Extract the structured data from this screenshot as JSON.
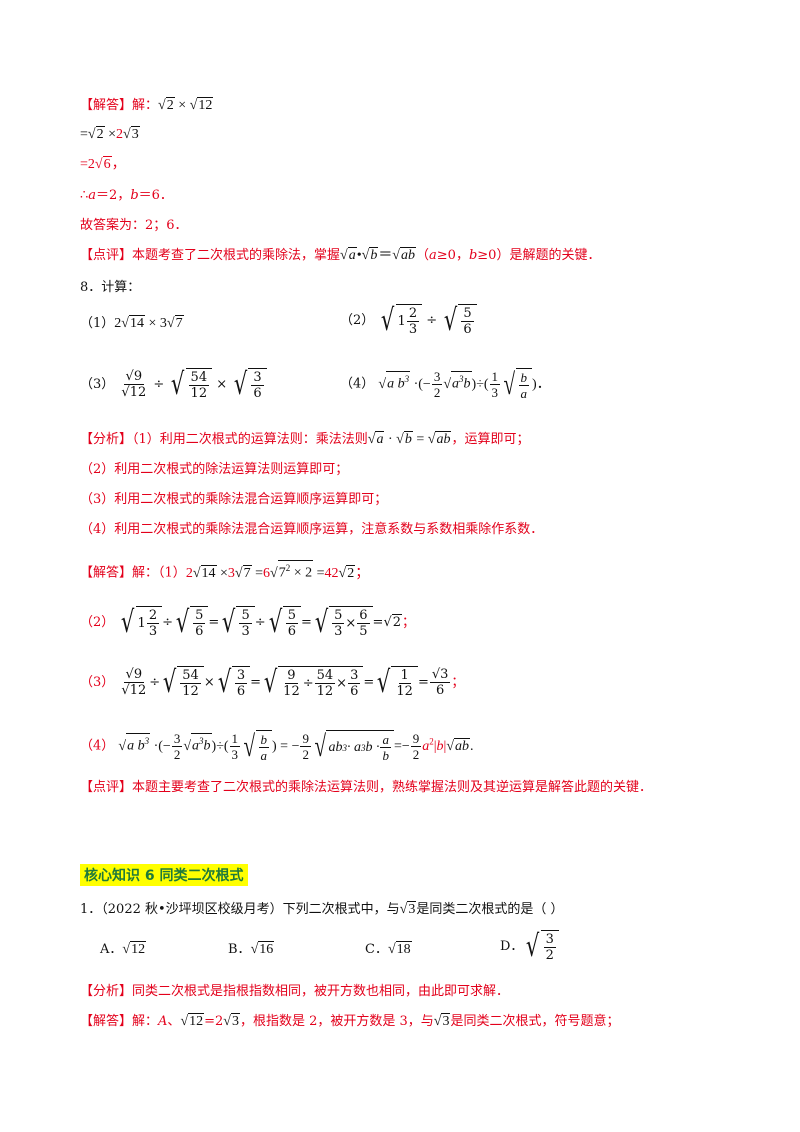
{
  "q7_answer": {
    "tag": "【解答】",
    "jie": "解：",
    "step1": "√2 × √12",
    "step2_prefix": "=",
    "step2": "√2 ×2√3",
    "step3": "＝2√6，",
    "step4": "∴a＝2，b＝6．",
    "final": "故答案为：2；6．"
  },
  "q7_comment": {
    "tag": "【点评】",
    "text_a": "本题考查了二次根式的乘除法，掌握",
    "formula": "√a•√b＝√ab",
    "cond": "（a≥0，b≥0）是解题的关键．"
  },
  "q8": {
    "stem": "8．计算：",
    "p1_label": "（1）",
    "p1": "2√14 × 3√7",
    "p2_label": "（2）",
    "p3_label": "（3）",
    "p4_label": "（4）",
    "analysis_tag": "【分析】",
    "a1": "（1）利用二次根式的运算法则：乘法法则",
    "a1_formula": "√a · √b = √ab",
    "a1_tail": "，运算即可；",
    "a2": "（2）利用二次根式的除法运算法则运算即可；",
    "a3": "（3）利用二次根式的乘除法混合运算顺序运算即可；",
    "a4": "（4）利用二次根式的乘除法混合运算顺序运算，注意系数与系数相乘除作系数．",
    "answer_tag": "【解答】",
    "jie": "解：",
    "s1_label": "（1）",
    "s1": "2√14 ×3√7 =6√7² × 2 =42√2；",
    "s2_label": "（2）",
    "s3_label": "（3）",
    "s4_label": "（4）",
    "comment_tag": "【点评】",
    "comment": "本题主要考查了二次根式的乘除法运算法则，熟练掌握法则及其逆运算是解答此题的关键．"
  },
  "section": {
    "title": "核心知识 6  同类二次根式"
  },
  "q1": {
    "stem_a": "1．（2022 秋•沙坪坝区校级月考）下列二次根式中，与",
    "stem_rad": "3",
    "stem_b": "是同类二次根式的是（      ）",
    "options": [
      {
        "label": "A．",
        "value": "12"
      },
      {
        "label": "B．",
        "value": "16"
      },
      {
        "label": "C．",
        "value": "18"
      },
      {
        "label": "D．",
        "num": "3",
        "den": "2"
      }
    ],
    "analysis_tag": "【分析】",
    "analysis": "同类二次根式是指根指数相同，被开方数也相同，由此即可求解．",
    "answer_tag": "【解答】",
    "answer": "解：A、√12=2√3，根指数是 2，被开方数是 3，与√3是同类二次根式，符号题意；"
  }
}
